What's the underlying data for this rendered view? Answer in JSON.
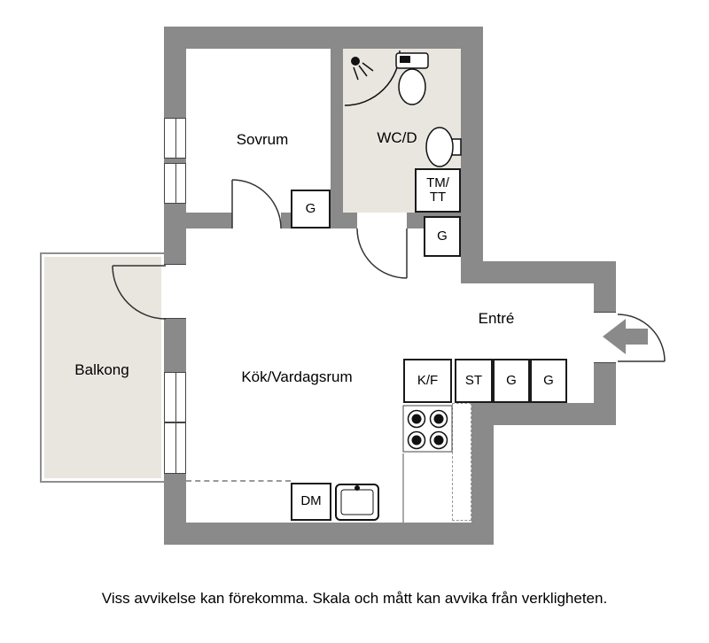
{
  "rooms": {
    "sovrum": "Sovrum",
    "wcd": "WC/D",
    "entre": "Entré",
    "kitchen_living": "Kök/Vardagsrum",
    "balcony": "Balkong"
  },
  "closets": {
    "tmtt_line1": "TM/",
    "tmtt_line2": "TT",
    "g_bedroom": "G",
    "g_hall": "G",
    "kf": "K/F",
    "st": "ST",
    "g_entre_1": "G",
    "g_entre_2": "G",
    "dm": "DM"
  },
  "icons": {
    "entry_arrow": "left-arrow",
    "shower": "shower-head",
    "toilet": "toilet",
    "washbasin": "round-basin",
    "stove": "four-burners",
    "kitchen_sink": "sink-basin"
  },
  "colors": {
    "wall": "#8a8a8a",
    "floor_accent": "#e9e6e0",
    "line": "#1a1a1a"
  },
  "footer": {
    "disclaimer": "Viss avvikelse kan förekomma. Skala och mått kan avvika från verkligheten."
  }
}
